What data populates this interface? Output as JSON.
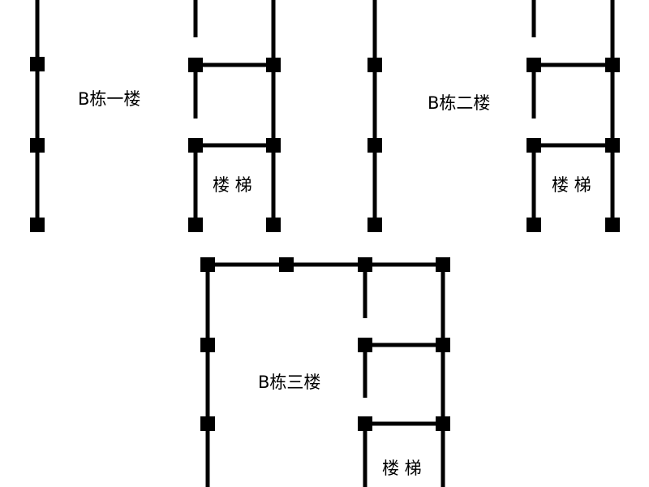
{
  "colors": {
    "background": "#ffffff",
    "ink": "#000000"
  },
  "floors": [
    {
      "name": "B栋一楼",
      "stair_label": "楼 梯"
    },
    {
      "name": "B栋二楼",
      "stair_label": "楼 梯"
    },
    {
      "name": "B栋三楼",
      "stair_label": "楼 梯"
    }
  ]
}
